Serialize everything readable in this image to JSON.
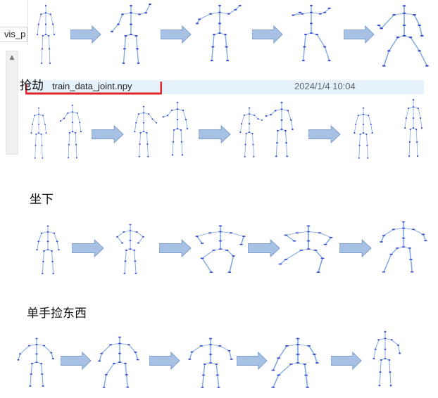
{
  "explorer": {
    "tab_label": "vis_p",
    "file_name": "train_data_joint.npy",
    "file_date": "2024/1/4 10:04"
  },
  "sections": [
    {
      "label": "抢劫"
    },
    {
      "label": "坐下"
    },
    {
      "label": "单手捡东西"
    }
  ],
  "colors": {
    "bone": "#7fa8df",
    "joint": "#3b4fcf",
    "arrow_fill": "#a6c1e3",
    "arrow_stroke": "#7d9ecb",
    "highlight_row": "#e5f1fb",
    "red_mark": "#e0242b"
  }
}
